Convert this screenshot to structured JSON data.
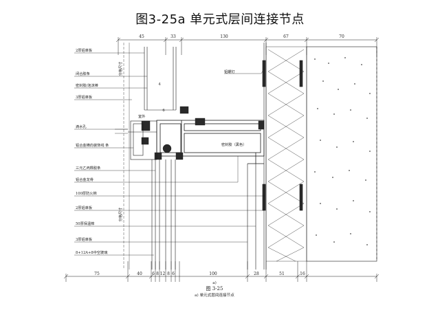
{
  "title": "图3-25a  单元式层间连接节点",
  "dims_top": [
    "45",
    "33",
    "130",
    "67",
    "70"
  ],
  "dims_bottom": [
    "75",
    "40",
    "6",
    "8",
    "12",
    "8",
    "6",
    "100",
    "28",
    "51",
    "16"
  ],
  "labels": [
    "2厚铝单板",
    "闭合胶条",
    "密封胶/泡沫棒",
    "3厚铝单板",
    "滴水孔",
    "铝合金横向装饰线 条",
    "三元乙丙橡胶条",
    "铝合金龙骨",
    "100厚防火棉",
    "2厚铝单板",
    "50厚保温棉",
    "3厚铝单板",
    "8+12A+8中空玻璃"
  ],
  "inner_labels": {
    "outdoor": "室外",
    "sealant": "密封胶（黑色）",
    "bolt": "铝螺钉",
    "num4": "4",
    "num6": "6"
  },
  "side_labels": {
    "upper": "分格尺寸",
    "lower": "分格尺寸"
  },
  "caption": {
    "fig": "图 3-25",
    "a": "a)",
    "sub": "a) 单元式层间连接节点"
  },
  "colors": {
    "line": "#1a1a1a",
    "fill": "#2a2a2a"
  }
}
